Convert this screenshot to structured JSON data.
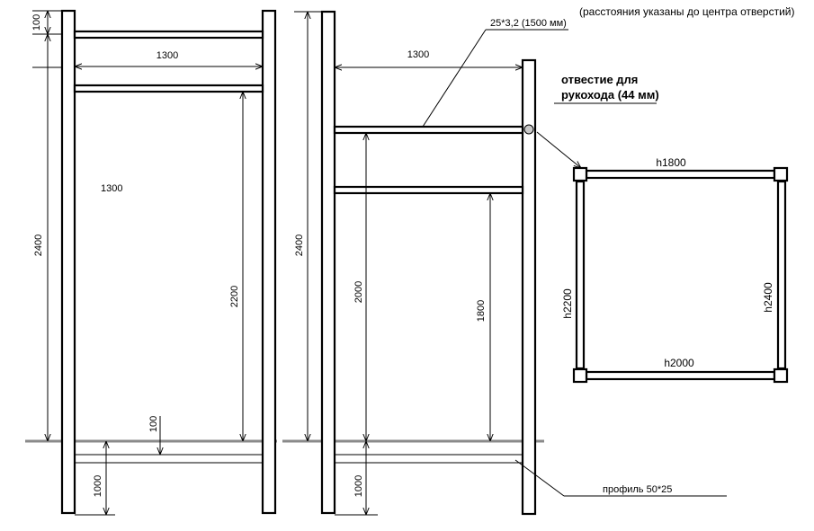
{
  "header_note": "(расстояния указаны до центра отверстий)",
  "left_frame": {
    "top_offset": "100",
    "span": "1300",
    "span_inner": "1300",
    "height_total": "2400",
    "height_bar": "2200",
    "ground_gap": "100",
    "depth": "1000"
  },
  "middle_frame": {
    "pipe_label": "25*3,2 (1500 мм)",
    "span": "1300",
    "height_total": "2400",
    "height_upper": "2000",
    "height_lower": "1800",
    "depth": "1000",
    "hole_label_line1": "отвестие для",
    "hole_label_line2": "рукохода (44 мм)"
  },
  "profile_label": "профиль 50*25",
  "plan_view": {
    "top": "h1800",
    "bottom": "h2000",
    "left": "h2200",
    "right": "h2400"
  },
  "colors": {
    "line": "#000000",
    "ground": "#8a8a8a",
    "hole": "#c8c8c8",
    "background": "#ffffff"
  }
}
